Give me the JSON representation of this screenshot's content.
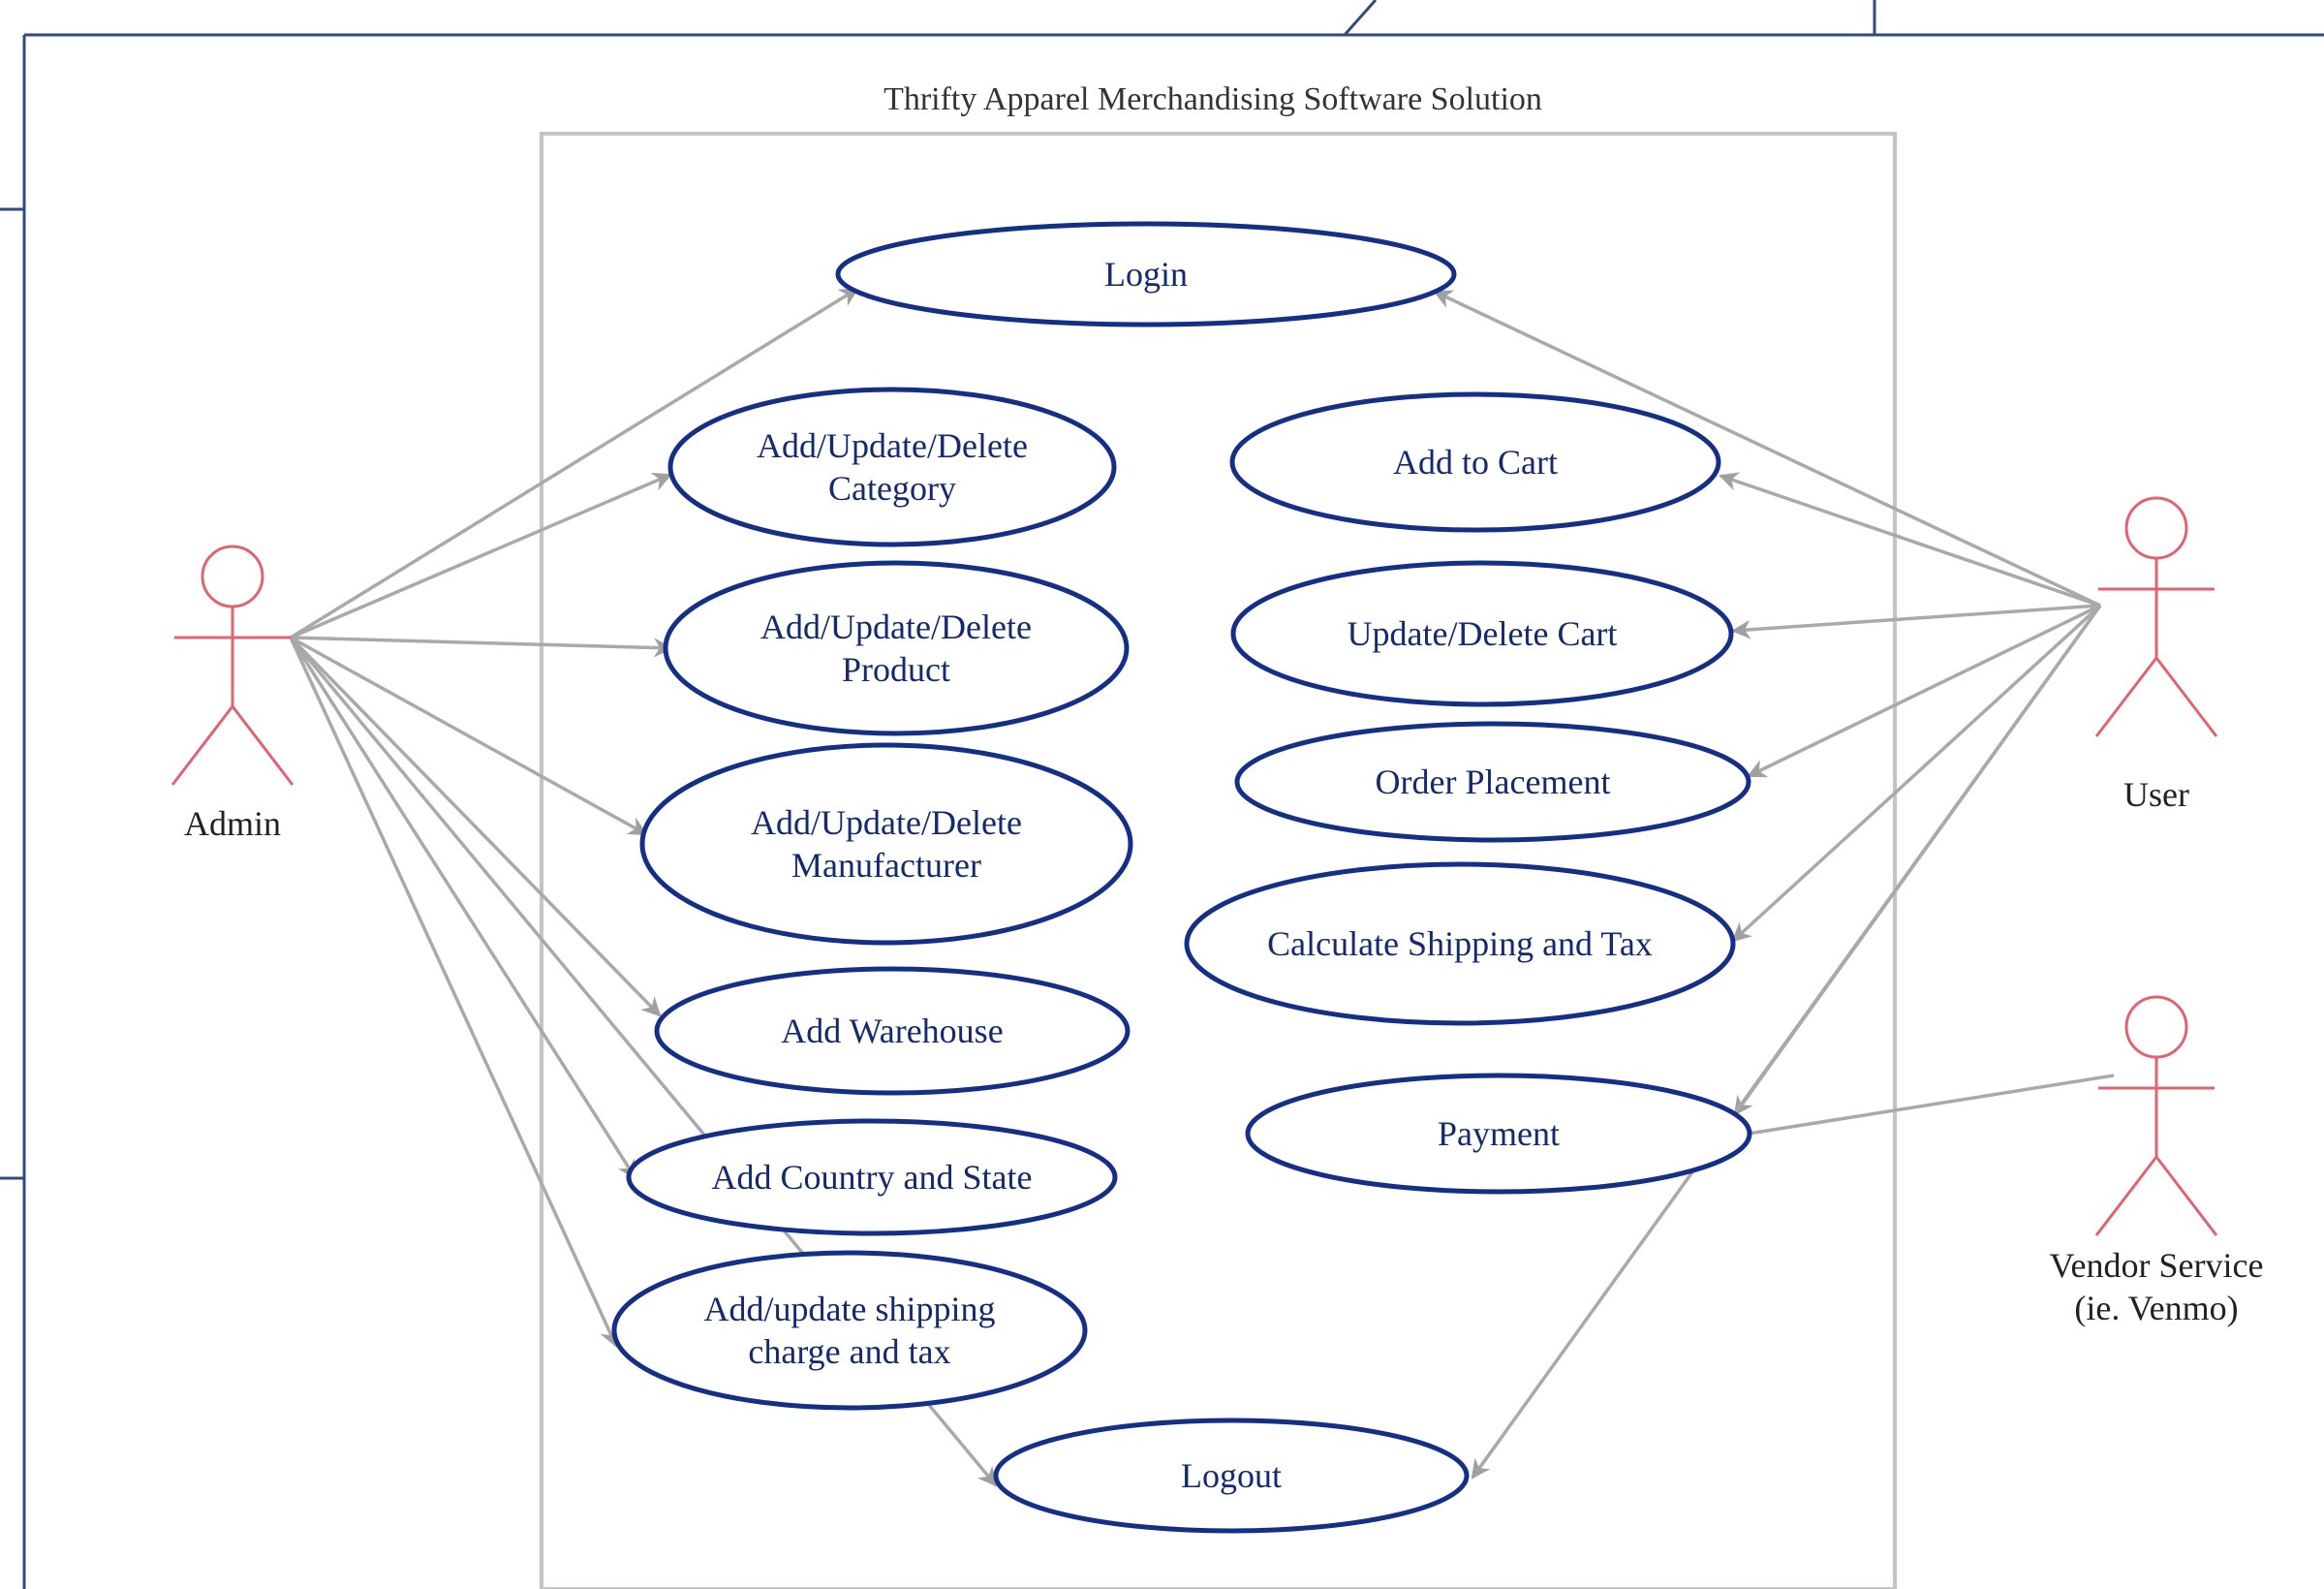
{
  "diagram": {
    "title": "Thrifty Apparel Merchandising Software Solution",
    "colors": {
      "ellipse_stroke": "#142f86",
      "ellipse_text": "#142a6e",
      "actor_stroke": "#e06470",
      "connector": "#a9a9a9",
      "boundary": "#c4c4c4",
      "frame": "#2f4c7c"
    },
    "actors": [
      {
        "id": "admin",
        "name": "Admin"
      },
      {
        "id": "user",
        "name": "User"
      },
      {
        "id": "vendor",
        "name": "Vendor Service (ie. Venmo)",
        "lines": [
          "Vendor Service",
          "(ie. Venmo)"
        ]
      }
    ],
    "use_cases": [
      {
        "id": "login",
        "lines": [
          "Login"
        ]
      },
      {
        "id": "category",
        "lines": [
          "Add/Update/Delete",
          "Category"
        ]
      },
      {
        "id": "product",
        "lines": [
          "Add/Update/Delete",
          "Product"
        ]
      },
      {
        "id": "manufacturer",
        "lines": [
          "Add/Update/Delete",
          "Manufacturer"
        ]
      },
      {
        "id": "warehouse",
        "lines": [
          "Add Warehouse"
        ]
      },
      {
        "id": "country",
        "lines": [
          "Add Country and State"
        ]
      },
      {
        "id": "shipping_tax",
        "lines": [
          "Add/update shipping",
          "charge and tax"
        ]
      },
      {
        "id": "logout",
        "lines": [
          "Logout"
        ]
      },
      {
        "id": "add_cart",
        "lines": [
          "Add to Cart"
        ]
      },
      {
        "id": "update_cart",
        "lines": [
          "Update/Delete Cart"
        ]
      },
      {
        "id": "order",
        "lines": [
          "Order Placement"
        ]
      },
      {
        "id": "calc_shipping",
        "lines": [
          "Calculate Shipping and Tax"
        ]
      },
      {
        "id": "payment",
        "lines": [
          "Payment"
        ]
      }
    ],
    "associations": [
      {
        "from": "admin",
        "to": "login",
        "arrow": true
      },
      {
        "from": "admin",
        "to": "category",
        "arrow": true
      },
      {
        "from": "admin",
        "to": "product",
        "arrow": true
      },
      {
        "from": "admin",
        "to": "manufacturer",
        "arrow": true
      },
      {
        "from": "admin",
        "to": "warehouse",
        "arrow": true
      },
      {
        "from": "admin",
        "to": "country",
        "arrow": true
      },
      {
        "from": "admin",
        "to": "shipping_tax",
        "arrow": true
      },
      {
        "from": "admin",
        "to": "logout",
        "arrow": true
      },
      {
        "from": "user",
        "to": "login",
        "arrow": true
      },
      {
        "from": "user",
        "to": "add_cart",
        "arrow": true
      },
      {
        "from": "user",
        "to": "update_cart",
        "arrow": true
      },
      {
        "from": "user",
        "to": "order",
        "arrow": true
      },
      {
        "from": "user",
        "to": "calc_shipping",
        "arrow": true
      },
      {
        "from": "user",
        "to": "payment",
        "arrow": true
      },
      {
        "from": "user",
        "to": "logout",
        "arrow": true
      },
      {
        "from": "vendor",
        "to": "payment",
        "arrow": false
      }
    ]
  }
}
